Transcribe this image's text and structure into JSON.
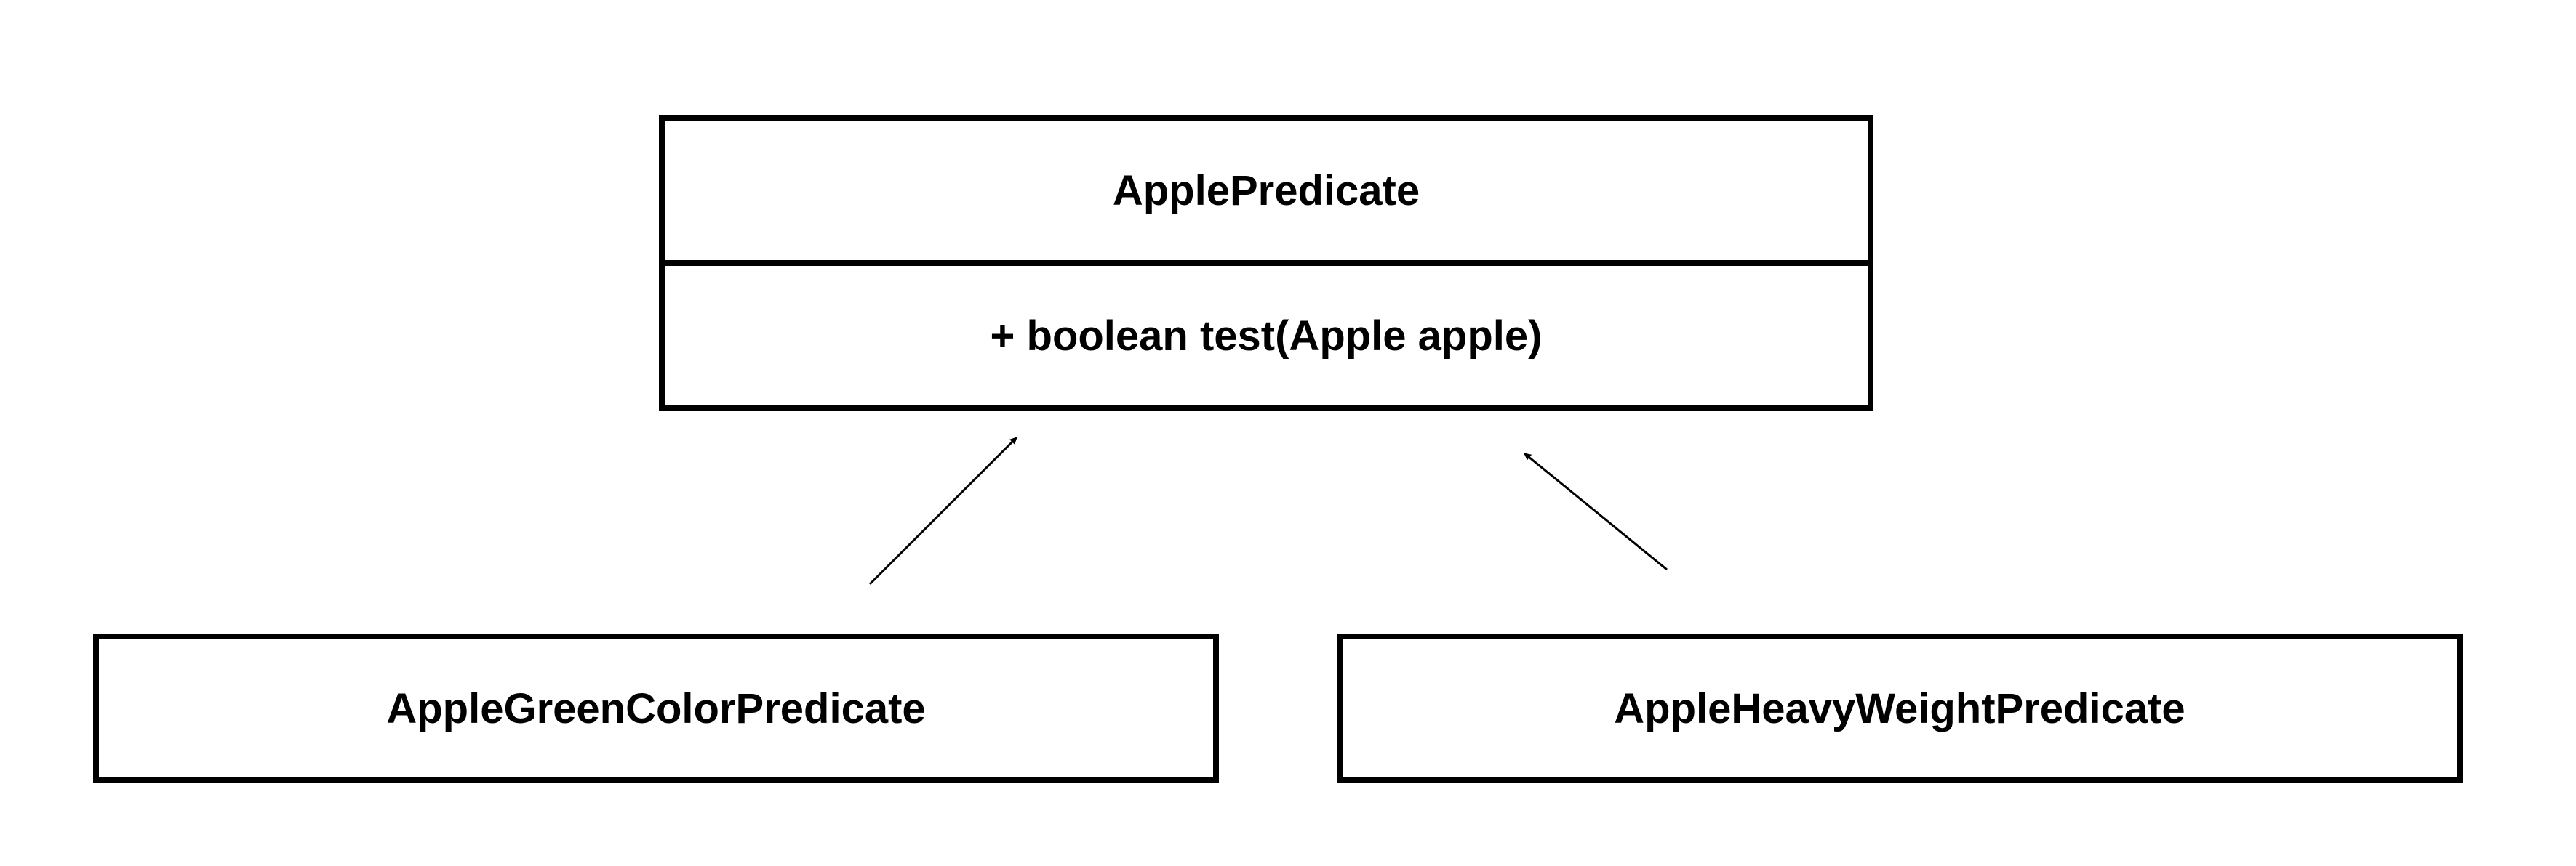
{
  "diagram": {
    "interface": {
      "name": "ApplePredicate",
      "method": "+ boolean test(Apple apple)"
    },
    "implementations": [
      {
        "name": "AppleGreenColorPredicate"
      },
      {
        "name": "AppleHeavyWeightPredicate"
      }
    ],
    "relations": [
      {
        "from": "AppleGreenColorPredicate",
        "to": "ApplePredicate",
        "type": "implements"
      },
      {
        "from": "AppleHeavyWeightPredicate",
        "to": "ApplePredicate",
        "type": "implements"
      }
    ]
  }
}
